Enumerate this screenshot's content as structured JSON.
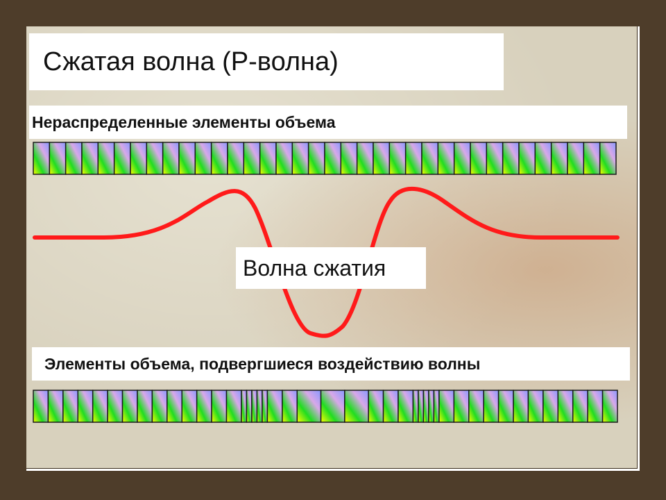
{
  "title": "Сжатая волна (Р-волна)",
  "labels": {
    "undisturbed": "Нераспределенные элементы объема",
    "compression_wave": "Волна сжатия",
    "disturbed": "Элементы объема, подвергшиеся воздействию волны"
  },
  "colors": {
    "background": "#4e3d2a",
    "panel": "#d8d1bd",
    "wave": "#ff1a1a",
    "cell_stops": [
      "#ffff00",
      "#20dd20",
      "#d8a8e8",
      "#8899ff"
    ]
  },
  "undisturbed_strip": {
    "cells": 36
  },
  "disturbed_strip": {
    "cell_widths": [
      1,
      1,
      1,
      1,
      1,
      1,
      1,
      1,
      1,
      1,
      1,
      1,
      1,
      1,
      0.35,
      0.35,
      0.35,
      0.35,
      0.35,
      1,
      1,
      1.6,
      1.6,
      1.6,
      1,
      1,
      1,
      0.35,
      0.35,
      0.35,
      0.35,
      0.35,
      1,
      1,
      1,
      1,
      1,
      1,
      1,
      1,
      1,
      1,
      1,
      1
    ]
  }
}
